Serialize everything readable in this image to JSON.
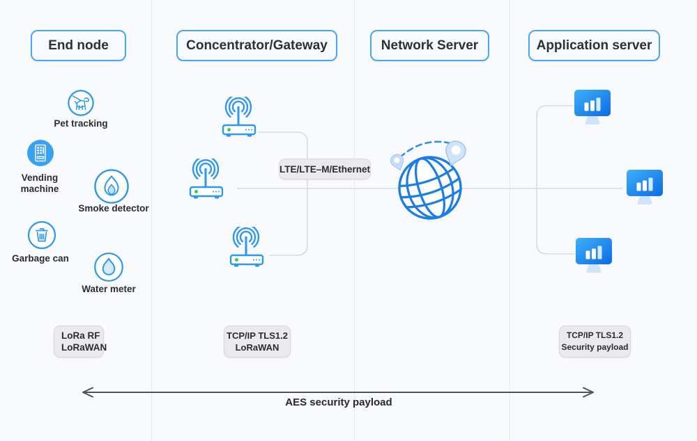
{
  "headers": [
    {
      "label": "End node"
    },
    {
      "label": "Concentrator/Gateway"
    },
    {
      "label": "Network Server"
    },
    {
      "label": "Application server"
    }
  ],
  "end_node": {
    "devices": [
      {
        "icon": "dog-icon",
        "label": "Pet tracking"
      },
      {
        "icon": "vending-machine-icon",
        "label": "Vending machine"
      },
      {
        "icon": "flame-icon",
        "label": "Smoke detector"
      },
      {
        "icon": "trash-icon",
        "label": "Garbage can"
      },
      {
        "icon": "water-drop-icon",
        "label": "Water meter"
      }
    ],
    "protocol_badge": {
      "line1": "LoRa RF",
      "line2": "LoRaWAN"
    }
  },
  "gateway": {
    "router_count": 3,
    "link_badge": {
      "label": "LTE/LTE–M/Ethernet"
    },
    "protocol_badge": {
      "line1": "TCP/IP TLS1.2",
      "line2": "LoRaWAN"
    }
  },
  "network_server": {
    "icon": "globe-icon"
  },
  "application_server": {
    "monitor_count": 3,
    "protocol_badge": {
      "line1": "TCP/IP TLS1.2",
      "line2": "Security payload"
    }
  },
  "footer": {
    "arrow_label": "AES security payload"
  },
  "colors": {
    "accent_blue": "#2b97f1",
    "globe_blue": "#1b7de5",
    "monitor_gradient_start": "#3eb0f8",
    "monitor_gradient_end": "#0d6be5",
    "led_green": "#35c948",
    "header_border": "#4aa4f7",
    "badge_bg": "#e9e9ee",
    "connector_gray": "#d8d9dd",
    "arrow_dark": "#515258",
    "pin_fill": "#c6ddf8",
    "background": "#f9fafd"
  }
}
